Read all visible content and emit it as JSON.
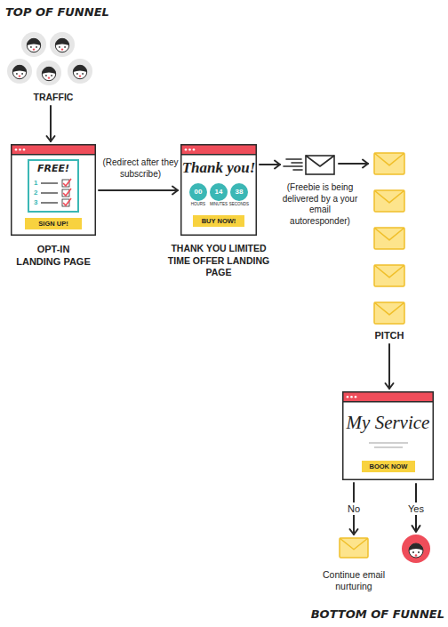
{
  "diagram": {
    "nodes": [
      {
        "text": [
          "TRAFFIC"
        ]
      },
      {
        "text": [
          "OPT-IN LANDING PAGE"
        ]
      },
      {
        "text": [
          "FREE!",
          "1",
          "2",
          "3"
        ],
        "in": 1
      },
      {
        "text": [
          "SIGN UP!"
        ],
        "in": 1
      },
      {
        "text": [
          "Thank you!",
          "THANK YOU LIMITED TIME OFFER LANDING PAGE"
        ]
      },
      {
        "text": [
          "00",
          "HOURS"
        ],
        "in": 4
      },
      {
        "text": [
          "14",
          "MINUTES"
        ],
        "in": 4
      },
      {
        "text": [
          "38",
          "SECONDS"
        ],
        "in": 4
      },
      {
        "text": [
          "BUY NOW!"
        ],
        "in": 4
      },
      {
        "text": [
          "(Freebie is being delivered by a your email autoresponder)"
        ]
      },
      {
        "text": [
          "PITCH"
        ]
      },
      {
        "text": [
          "My Service"
        ]
      },
      {
        "text": [
          "BOOK NOW"
        ],
        "in": 11
      },
      {
        "text": [
          "Continue email nurturing"
        ]
      }
    ],
    "edges": [
      {
        "from": 0,
        "to": 1,
        "arrow": "to"
      },
      {
        "from": 1,
        "to": 4,
        "label": "(Redirect after they subscribe)",
        "arrow": "to"
      },
      {
        "from": 4,
        "to": 9,
        "arrow": "to"
      },
      {
        "from": 9,
        "to": 10,
        "arrow": "to"
      },
      {
        "from": 10,
        "to": 11,
        "arrow": "to"
      },
      {
        "from": 11,
        "to": 13,
        "label": "No",
        "arrow": "to"
      }
    ],
    "labels": [
      "TOP OF FUNNEL",
      "Yes",
      "BOTTOM OF FUNNEL"
    ]
  }
}
